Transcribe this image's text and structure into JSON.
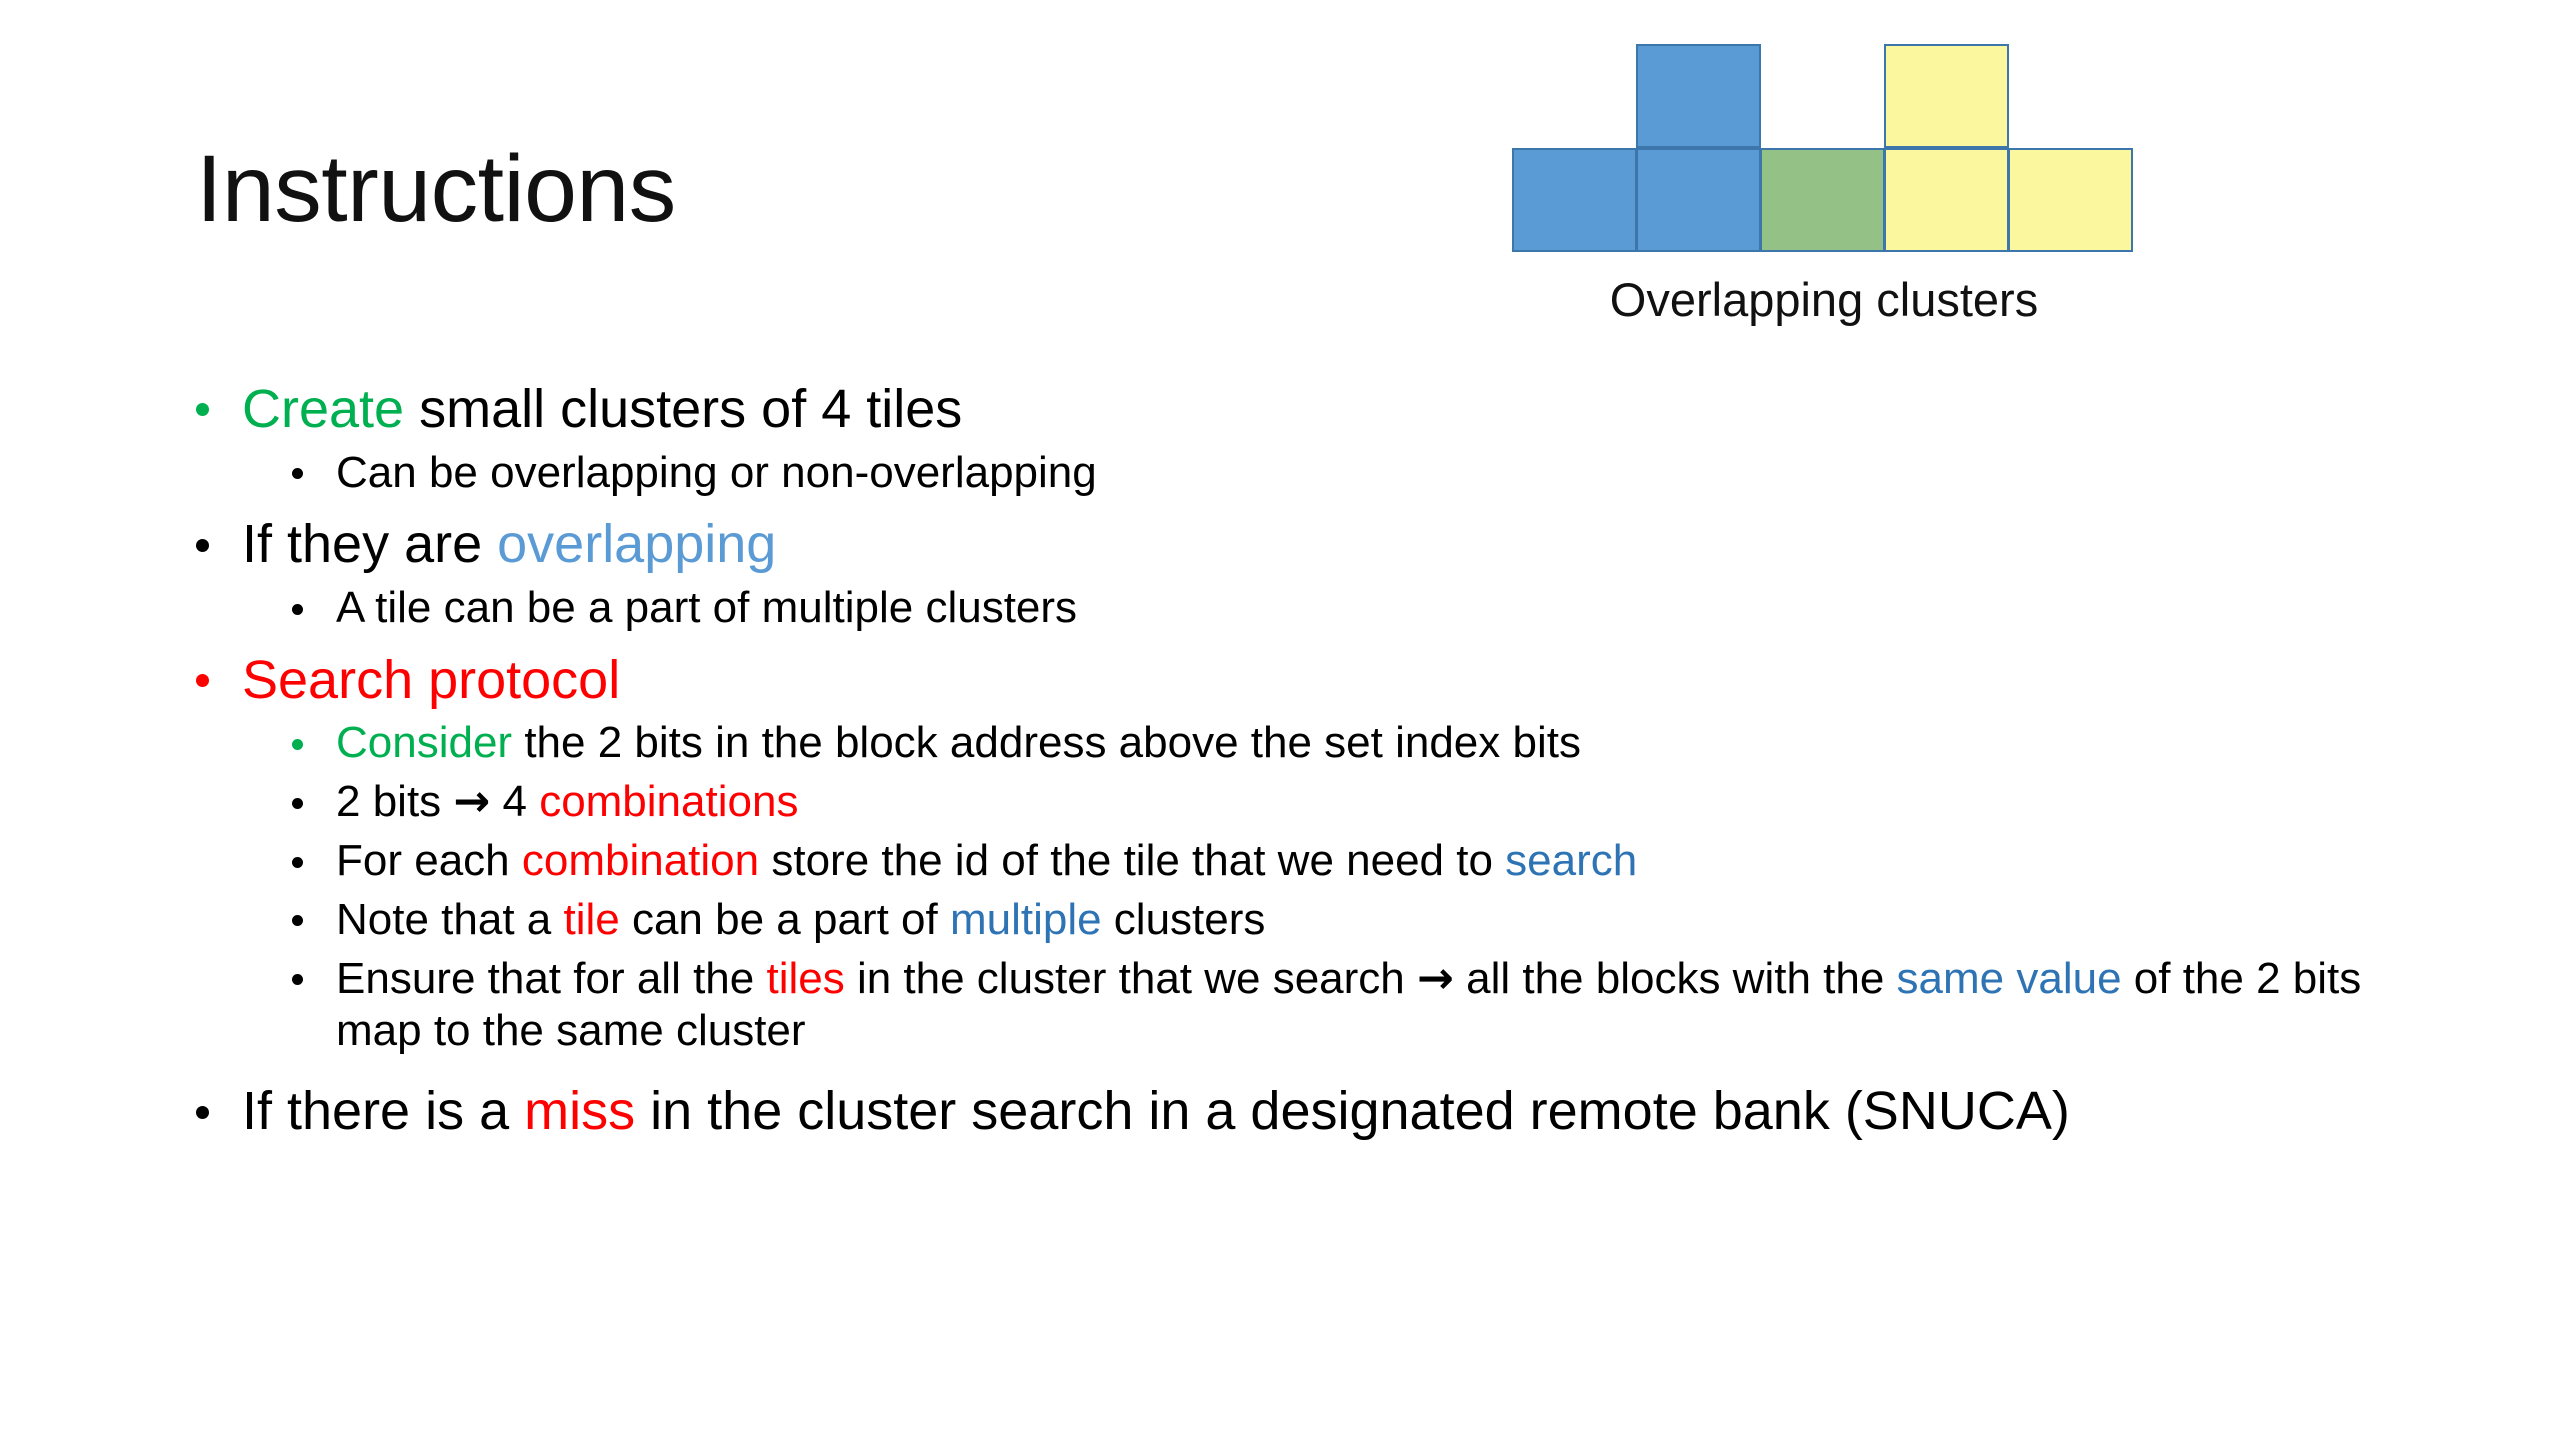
{
  "slide": {
    "title": "Instructions",
    "background": "#ffffff"
  },
  "diagram": {
    "caption": "Overlapping clusters",
    "colors": {
      "blue": "#5B9BD5",
      "green": "#94C185",
      "yellow": "#FAF79E",
      "border": "#3d76ab"
    },
    "tiles": [
      {
        "row": 0,
        "col": 1,
        "color": "blue",
        "name": "tile-r0-c1"
      },
      {
        "row": 0,
        "col": 3,
        "color": "yellow",
        "name": "tile-r0-c3"
      },
      {
        "row": 1,
        "col": 0,
        "color": "blue",
        "name": "tile-r1-c0"
      },
      {
        "row": 1,
        "col": 1,
        "color": "blue",
        "name": "tile-r1-c1"
      },
      {
        "row": 1,
        "col": 2,
        "color": "green",
        "name": "tile-r1-c2"
      },
      {
        "row": 1,
        "col": 3,
        "color": "yellow",
        "name": "tile-r1-c3"
      },
      {
        "row": 1,
        "col": 4,
        "color": "yellow",
        "name": "tile-r1-c4"
      }
    ]
  },
  "accent_colors": {
    "green": "#00B050",
    "red": "#FF0000",
    "blue_light": "#5B9BD5",
    "blue_dark": "#2E74B5",
    "text": "#000000"
  },
  "bullets": {
    "b1_create_lead": "Create",
    "b1_create_rest": " small clusters of 4 tiles",
    "b1_sub1": "Can be overlapping or non-overlapping",
    "b2_lead": "If they are ",
    "b2_emph": "overlapping",
    "b3_search_protocol": "Search protocol",
    "b3_sub1_lead": "Consider",
    "b3_sub1_rest": " the 2 bits in the block address above the set index bits",
    "b3_sub2_a": "2 bits ",
    "b3_sub2_arrow": "→",
    "b3_sub2_b": " 4 ",
    "b3_sub2_emph": "combinations",
    "b3_sub3_a": "For each ",
    "b3_sub3_emph1": "combination",
    "b3_sub3_b": " store the id of the tile that we need to ",
    "b3_sub3_emph2": "search",
    "b3_sub4_a": "Note that a ",
    "b3_sub4_emph1": "tile",
    "b3_sub4_b": " can be a part of ",
    "b3_sub4_emph2": "multiple",
    "b3_sub4_c": " clusters",
    "b3_sub5_a": "Ensure that for all the ",
    "b3_sub5_emph1": "tiles",
    "b3_sub5_b": " in the cluster that we search ",
    "b3_sub5_arrow": "→",
    "b3_sub5_c": " all the blocks with the ",
    "b3_sub5_emph2": "same value",
    "b3_sub5_d": " of the 2 bits map to the same cluster",
    "b4_a": "If there is a ",
    "b4_emph": "miss",
    "b4_b": " in the cluster search in a designated remote bank (SNUCA)"
  }
}
